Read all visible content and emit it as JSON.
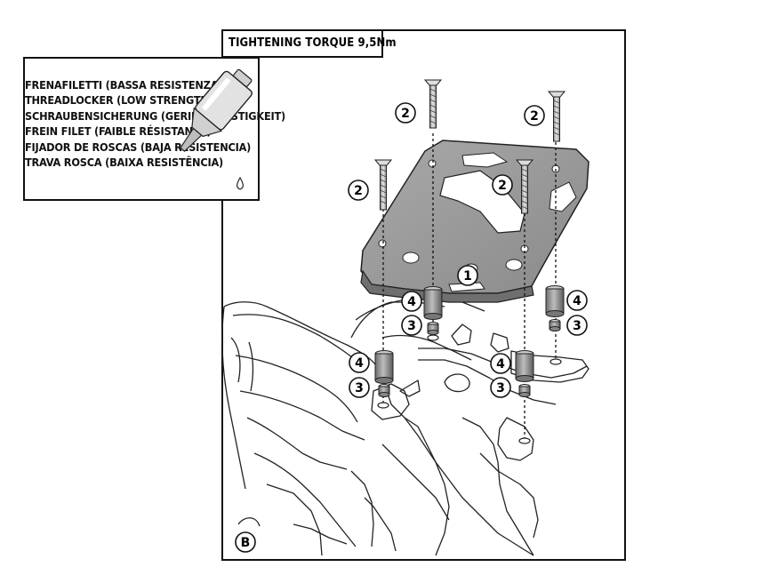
{
  "torque_label": "TIGHTENING TORQUE 9,5Nm",
  "threadlocker_lines": [
    "FRENAFILETTI (BASSA RESISTENZA)",
    "THREADLOCKER (LOW STRENGTH)",
    "SCHRAUBENSICHERUNG (GERINGE FESTIGKEIT)",
    "FREIN FILET (FAIBLE RÉSISTANCE)",
    "FIJADOR DE ROSCAS (BAJA RESISTENCIA)",
    "TRAVA ROSCA (BAIXA RESISTÊNCIA)"
  ],
  "callouts": {
    "plate": "1",
    "screw": "2",
    "spacer_washer": "3",
    "spacer": "4",
    "detail": "B"
  }
}
